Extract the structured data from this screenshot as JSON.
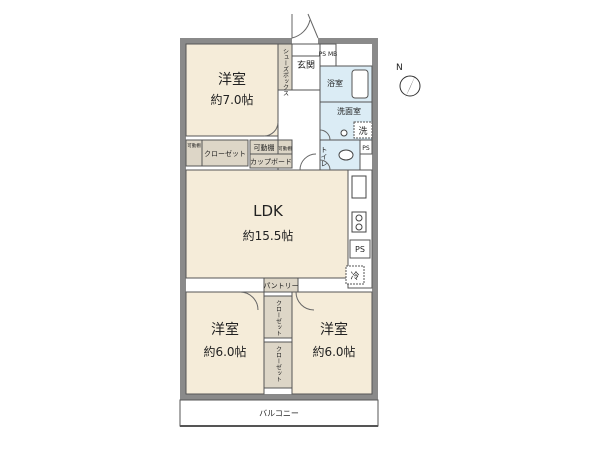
{
  "rooms": {
    "western_nw": {
      "name": "洋室",
      "size": "約7.0帖"
    },
    "ldk": {
      "name": "LDK",
      "size": "約15.5帖"
    },
    "western_sw": {
      "name": "洋室",
      "size": "約6.0帖"
    },
    "western_se": {
      "name": "洋室",
      "size": "約6.0帖"
    },
    "genkan": "玄関",
    "bath": "浴室",
    "washroom": "洗面室",
    "toilet": "トイレ"
  },
  "fixtures": {
    "shoe_box": "シューズボックス",
    "ps_mb": "PS MB",
    "ps": "PS",
    "ps_kitchen": "PS",
    "washer": "洗",
    "fridge": "冷",
    "closet": "クローゼット",
    "movable_shelf_small": "可動棚",
    "movable_shelf_small_2": "可動棚",
    "movable_shelf": "可動棚",
    "cupboard": "カップボード",
    "pantry": "パントリー",
    "closet_w1": "クローゼット",
    "closet_w2": "クローゼット"
  },
  "balcony": "バルコニー",
  "compass": {
    "label": "N"
  },
  "colors": {
    "room_fill": "#f5ecd9",
    "wet_fill": "#dbecf5",
    "storage_fill": "#ddd6c7",
    "wall": "#7a7a7a",
    "floor_white": "#ffffff"
  }
}
